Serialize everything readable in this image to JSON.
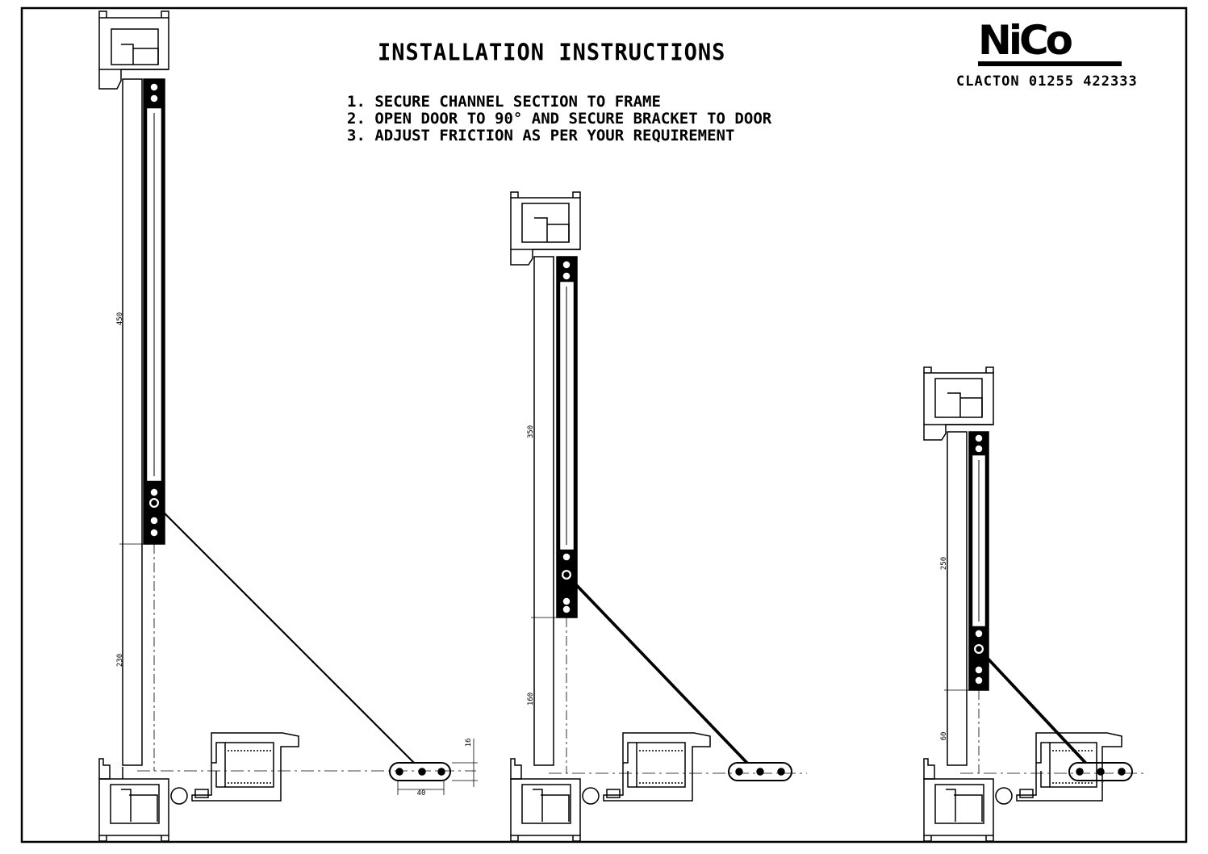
{
  "header": {
    "title": "INSTALLATION INSTRUCTIONS",
    "steps": [
      "1. SECURE CHANNEL SECTION TO FRAME",
      "2. OPEN DOOR TO 90° AND SECURE BRACKET TO DOOR",
      "3. ADJUST FRICTION AS PER YOUR REQUIREMENT"
    ]
  },
  "brand": {
    "logo": "NiCo",
    "contact": "CLACTON 01255 422333"
  },
  "drawings": [
    {
      "channel_length": "450",
      "lower_dimension": "230",
      "offset": "16",
      "width": "40"
    },
    {
      "channel_length": "350",
      "lower_dimension": "160"
    },
    {
      "channel_length": "250",
      "lower_dimension": "60"
    }
  ],
  "colors": {
    "ink": "#000000",
    "paper": "#ffffff"
  }
}
